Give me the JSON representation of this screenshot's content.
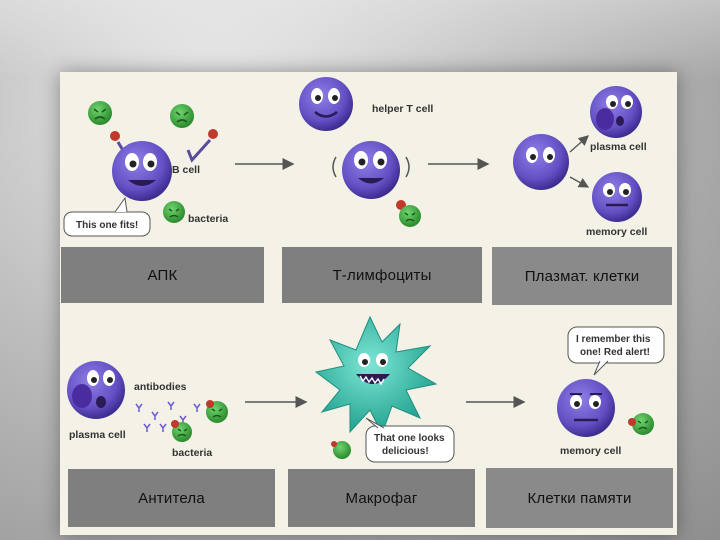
{
  "top_row": {
    "b_cell": {
      "tag": "B cell",
      "speech": "This one fits!",
      "bacteria_tag": "bacteria"
    },
    "helper_t": {
      "tag": "helper T cell"
    },
    "outcomes": {
      "plasma_tag": "plasma cell",
      "memory_tag": "memory cell"
    }
  },
  "labels_top": [
    "АПК",
    "Т-лимфоциты",
    "Плазмат. клетки"
  ],
  "bottom_row": {
    "plasma": {
      "antibodies_tag": "antibodies",
      "plasma_tag": "plasma cell",
      "bacteria_tag": "bacteria"
    },
    "macrophage": {
      "speech_line1": "That one looks",
      "speech_line2": "delicious!"
    },
    "memory": {
      "speech_line1": "I remember this",
      "speech_line2": "one! Red alert!",
      "tag": "memory cell"
    }
  },
  "labels_bottom": [
    "Антитела",
    "Макрофаг",
    "Клетки памяти"
  ],
  "colors": {
    "cell": "#6a52c8",
    "cell_dark": "#4b36a3",
    "bacteria": "#3aa63a",
    "macrophage": "#3fc3b0",
    "label_bg": "#7f7f7f"
  }
}
